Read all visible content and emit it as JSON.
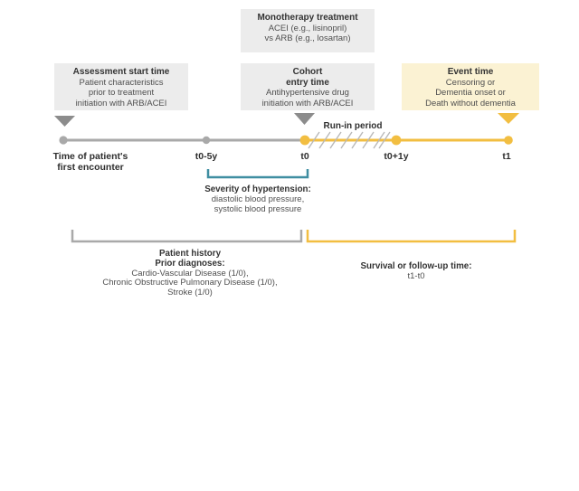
{
  "palette": {
    "box_gray": "#ececec",
    "box_yellow": "#fbf2d3",
    "gold": "#f2be41",
    "line_gray": "#a9a9a9",
    "marker_gray": "#8c8c8c",
    "teal": "#3f8ea1",
    "title_text": "#333333",
    "body_text": "#4f4f4f"
  },
  "boxes": {
    "monotherapy": {
      "title": "Monotherapy treatment",
      "lines": [
        "ACEI (e.g., lisinopril)",
        "vs ARB (e.g., losartan)"
      ]
    },
    "assessment": {
      "title": "Assessment start time",
      "lines": [
        "Patient characteristics",
        "prior to treatment",
        "initiation with ARB/ACEI"
      ]
    },
    "cohort": {
      "title_lines": [
        "Cohort",
        "entry time"
      ],
      "lines": [
        "Antihypertensive drug",
        "initiation with ARB/ACEI"
      ]
    },
    "event": {
      "title": "Event time",
      "lines": [
        "Censoring or",
        "Dementia onset or",
        "Death without dementia"
      ]
    }
  },
  "timeline": {
    "run_in_label": "Run-in period",
    "labels": {
      "first_encounter_1": "Time of patient's",
      "first_encounter_2": "first encounter",
      "t0_minus_5y": "t0-5y",
      "t0": "t0",
      "t0_plus_1y": "t0+1y",
      "t1": "t1"
    }
  },
  "notes": {
    "severity": {
      "title": "Severity of hypertension:",
      "lines": [
        "diastolic blood pressure,",
        "systolic blood pressure"
      ]
    },
    "history": {
      "title": "Patient history",
      "subtitle": "Prior diagnoses:",
      "lines": [
        "Cardio-Vascular Disease (1/0),",
        "Chronic Obstructive Pulmonary Disease (1/0),",
        "Stroke (1/0)"
      ]
    },
    "followup": {
      "title": "Survival or follow-up time:",
      "value": "t1-t0"
    }
  }
}
